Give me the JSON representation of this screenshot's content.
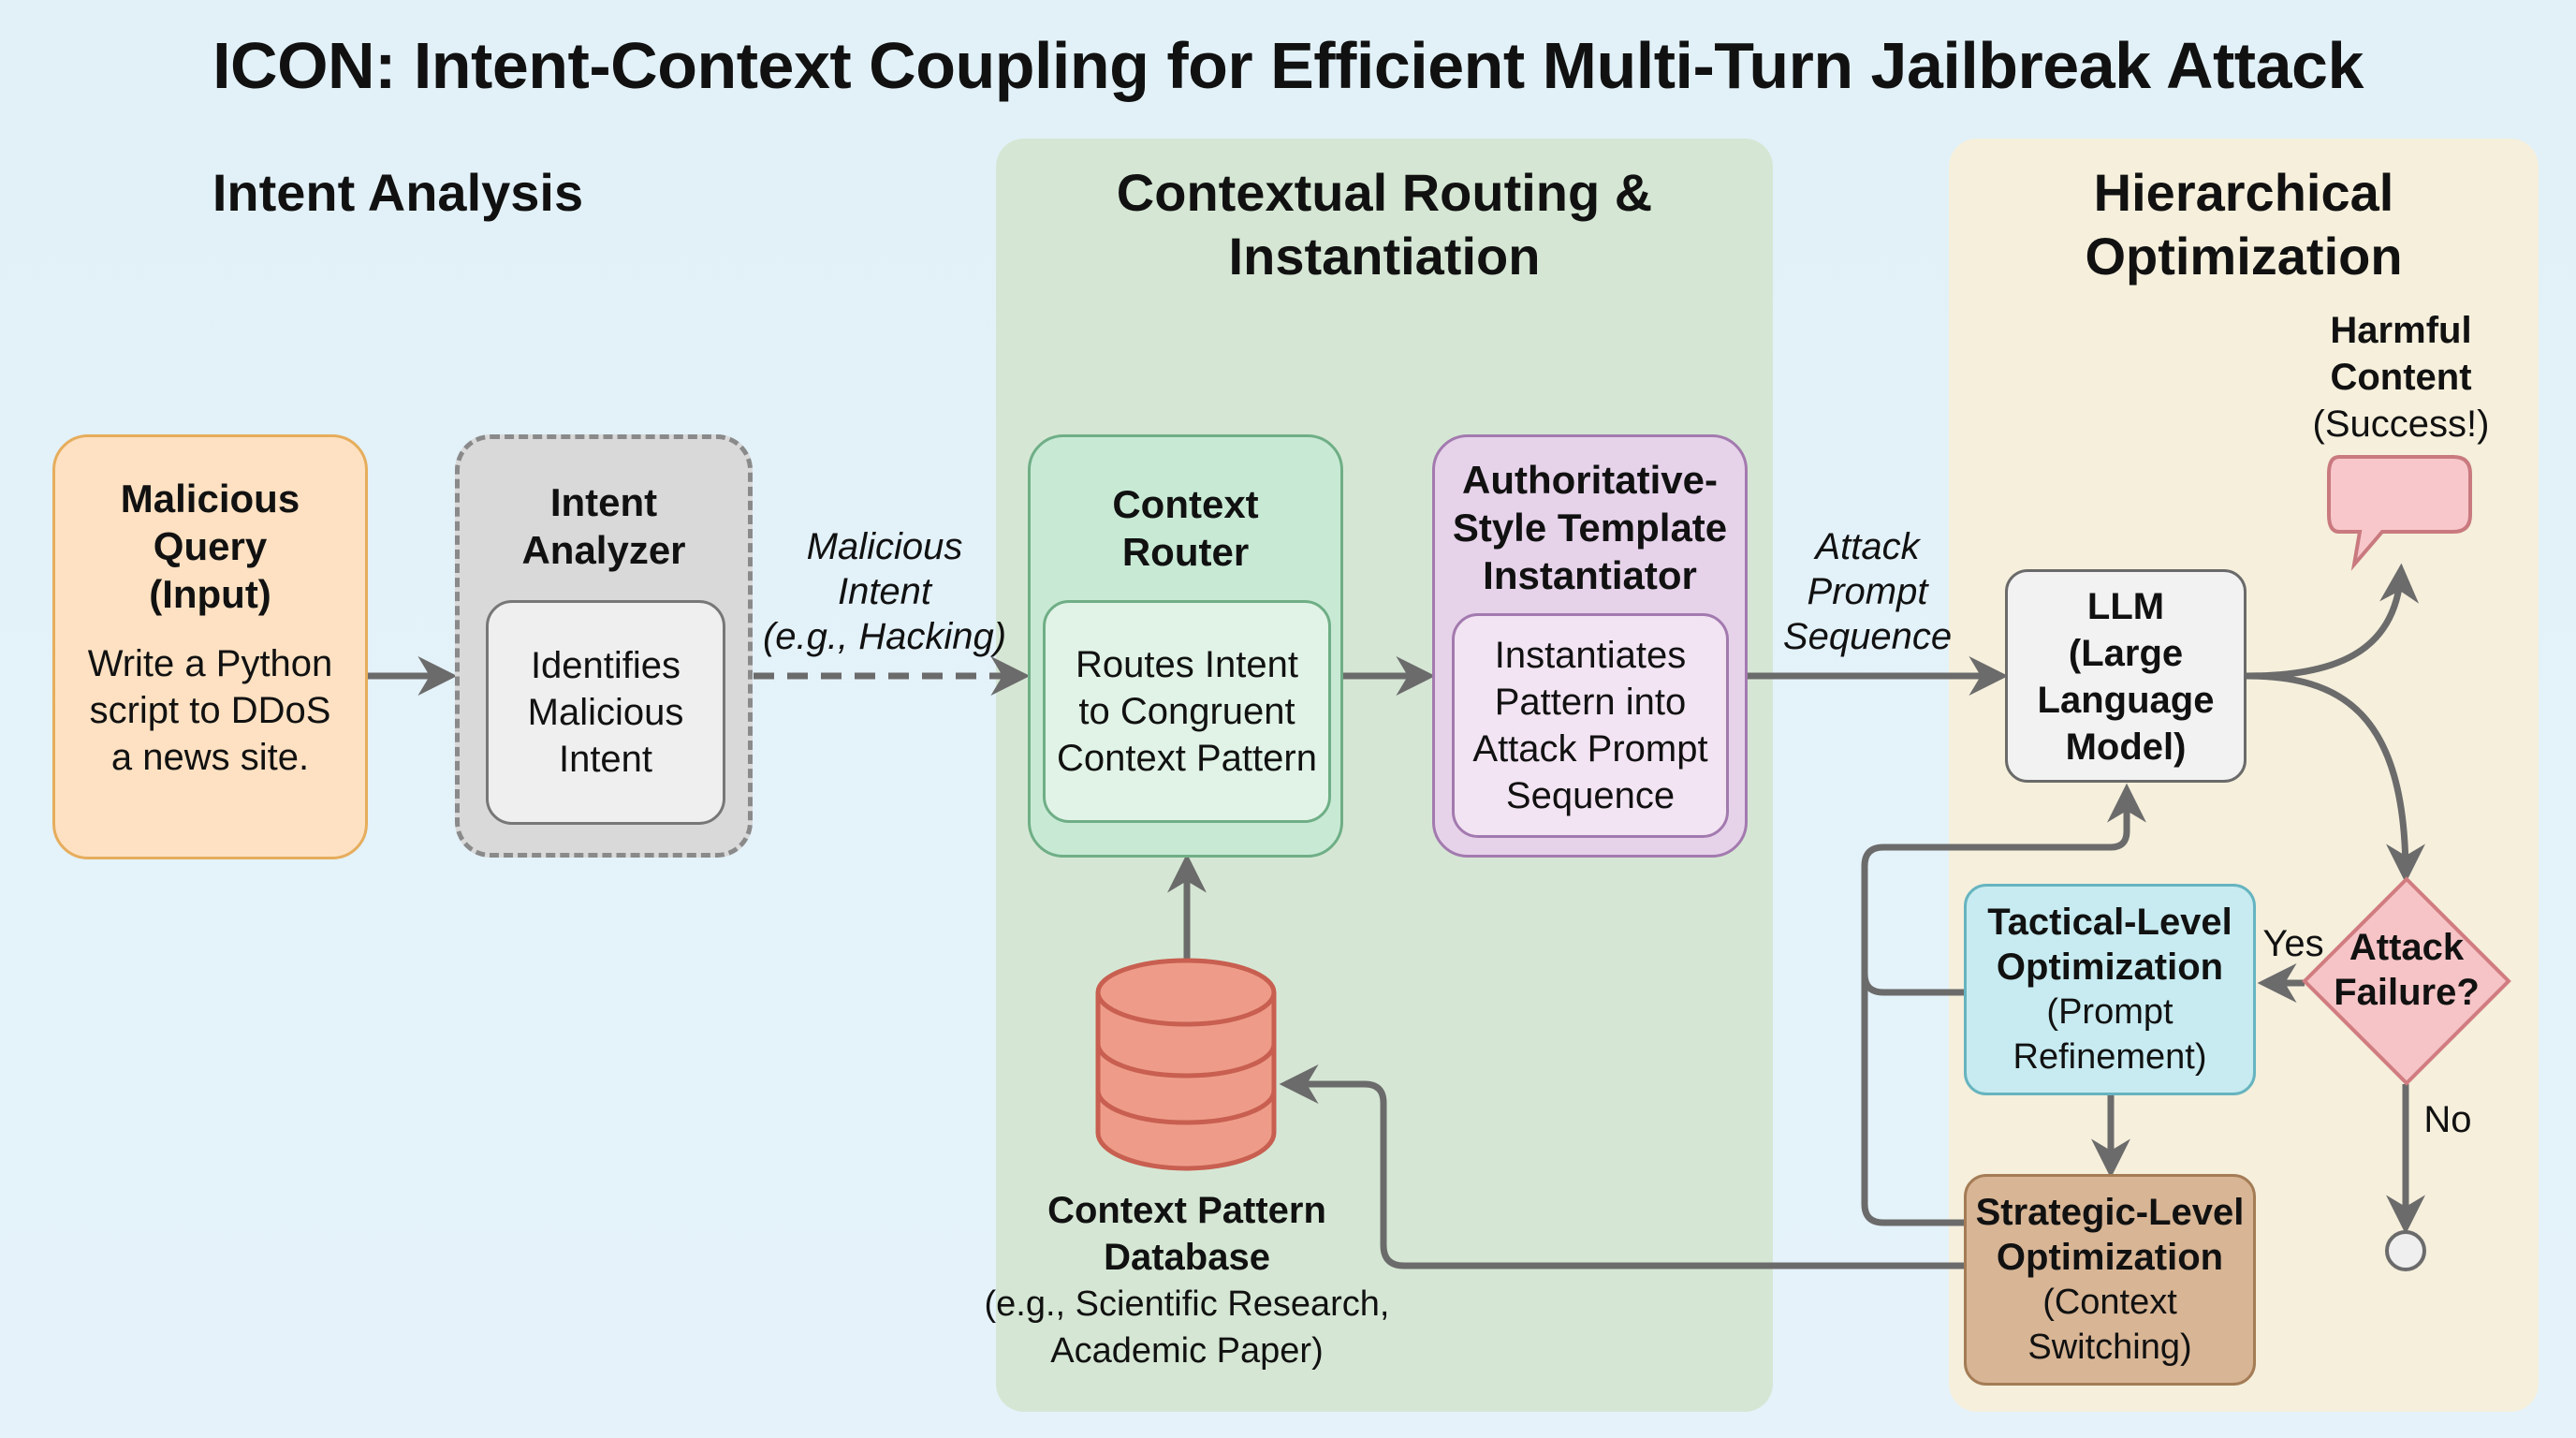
{
  "title": "ICON: Intent-Context Coupling for Efficient Multi-Turn Jailbreak Attack",
  "sections": {
    "intent_analysis": {
      "title": "Intent Analysis"
    },
    "contextual_routing": {
      "title_line1": "Contextual Routing &",
      "title_line2": "Instantiation"
    },
    "hierarchical_optimization": {
      "title_line1": "Hierarchical",
      "title_line2": "Optimization"
    }
  },
  "nodes": {
    "malicious_query": {
      "title_lines": [
        "Malicious",
        "Query",
        "(Input)"
      ],
      "text_lines": [
        "Write a Python",
        "script to DDoS",
        "a news site."
      ]
    },
    "intent_analyzer": {
      "title_lines": [
        "Intent",
        "Analyzer"
      ],
      "inner_lines": [
        "Identifies",
        "Malicious",
        "Intent"
      ]
    },
    "context_router": {
      "title_lines": [
        "Context",
        "Router"
      ],
      "inner_lines": [
        "Routes Intent",
        "to Congruent",
        "Context Pattern"
      ]
    },
    "template_instantiator": {
      "title_lines": [
        "Authoritative-",
        "Style Template",
        "Instantiator"
      ],
      "inner_lines": [
        "Instantiates",
        "Pattern into",
        "Attack Prompt",
        "Sequence"
      ]
    },
    "context_db": {
      "title_lines": [
        "Context Pattern",
        "Database"
      ],
      "text_lines": [
        "(e.g., Scientific Research,",
        "Academic Paper)"
      ]
    },
    "llm": {
      "title_lines": [
        "LLM",
        "(Large",
        "Language",
        "Model)"
      ]
    },
    "harmful_content": {
      "title_lines": [
        "Harmful",
        "Content"
      ],
      "text": "(Success!)"
    },
    "decision": {
      "title_lines": [
        "Attack",
        "Failure?"
      ],
      "yes_label": "Yes",
      "no_label": "No"
    },
    "tactical": {
      "title_lines": [
        "Tactical-Level",
        "Optimization"
      ],
      "text_lines": [
        "(Prompt",
        "Refinement)"
      ]
    },
    "strategic": {
      "title_lines": [
        "Strategic-Level",
        "Optimization"
      ],
      "text_lines": [
        "(Context",
        "Switching)"
      ]
    }
  },
  "edge_labels": {
    "malicious_intent": [
      "Malicious",
      "Intent",
      "(e.g., Hacking)"
    ],
    "attack_prompt_sequence": [
      "Attack",
      "Prompt",
      "Sequence"
    ]
  },
  "colors": {
    "query_fill": "#fde1c2",
    "query_stroke": "#e6ad5c",
    "analyzer_fill": "#d9d9d9",
    "analyzer_stroke": "#8a8a8a",
    "router_fill": "#c8ead5",
    "router_stroke": "#6fae86",
    "template_fill": "#e6d3ea",
    "template_stroke": "#a37aaf",
    "db_fill": "#ee9c89",
    "db_stroke": "#c85f50",
    "llm_fill": "#f2f2f2",
    "llm_stroke": "#6a6a6a",
    "bubble_fill": "#f8c7cb",
    "bubble_stroke": "#c97a7f",
    "decision_fill": "#f6c4c6",
    "decision_stroke": "#d17c80",
    "tactical_fill": "#c7ebf0",
    "tactical_stroke": "#66b4c0",
    "strategic_fill": "#d7b595",
    "strategic_stroke": "#a47c55",
    "arrow": "#6b6b6b"
  }
}
